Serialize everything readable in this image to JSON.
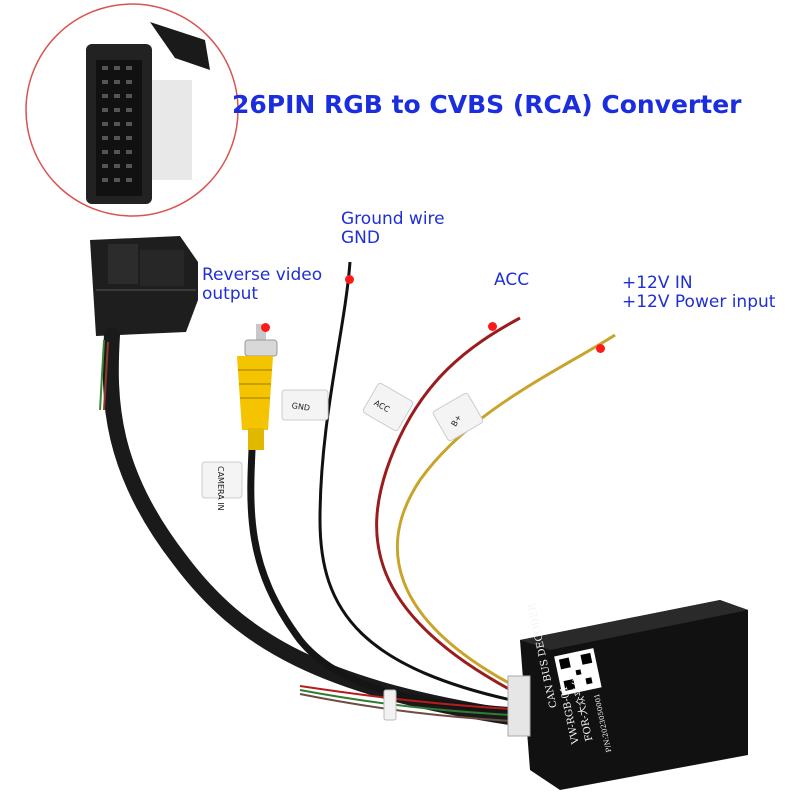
{
  "title": "26PIN RGB to CVBS (RCA) Converter",
  "labels": {
    "ground_line1": "Ground wire",
    "ground_line2": "GND",
    "reverse_line1": "Reverse video",
    "reverse_line2": "output",
    "acc": "ACC",
    "power_line1": "+12V IN",
    "power_line2": "+12V Power input"
  },
  "wire_tags": {
    "gnd": "GND",
    "acc": "ACC",
    "bplus": "B+",
    "camera": "CAMERA IN"
  },
  "decoder_box": {
    "line1": "CAN BUS DECODER",
    "line2": "VW-RGB-01",
    "line3": "FOR-大众平台",
    "line4": "P/N:2023050001"
  },
  "colors": {
    "accent_blue": "#1f2fd6",
    "marker_red": "#ff1a1a",
    "inset_ring": "#d9534f"
  }
}
